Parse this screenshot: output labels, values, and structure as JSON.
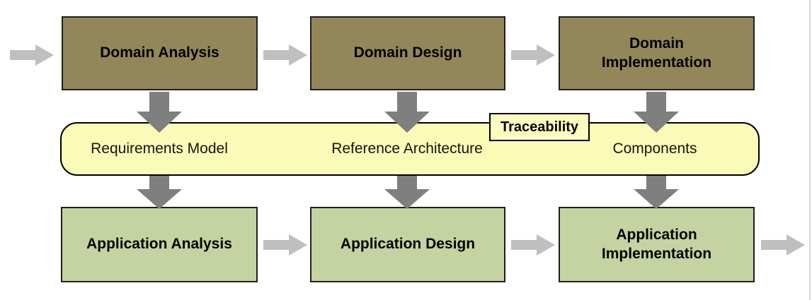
{
  "diagram": {
    "title_hint": "Domain vs Application engineering process flow",
    "domain_row": {
      "analysis": "Domain Analysis",
      "design": "Domain Design",
      "implementation": "Domain Implementation"
    },
    "band": {
      "tag": "Traceability",
      "requirements": "Requirements Model",
      "architecture": "Reference Architecture",
      "components": "Components"
    },
    "application_row": {
      "analysis": "Application Analysis",
      "design": "Application Design",
      "implementation": "Application Implementation"
    },
    "colors": {
      "domain_box_fill": "#93875a",
      "application_box_fill": "#c5d3a1",
      "band_fill": "#fbfbb8",
      "box_border": "#1f1f1f",
      "horizontal_arrow": "#bfbfbf",
      "vertical_arrow": "#7f7f7f",
      "page_edge_line": "#d8d8d8"
    }
  }
}
